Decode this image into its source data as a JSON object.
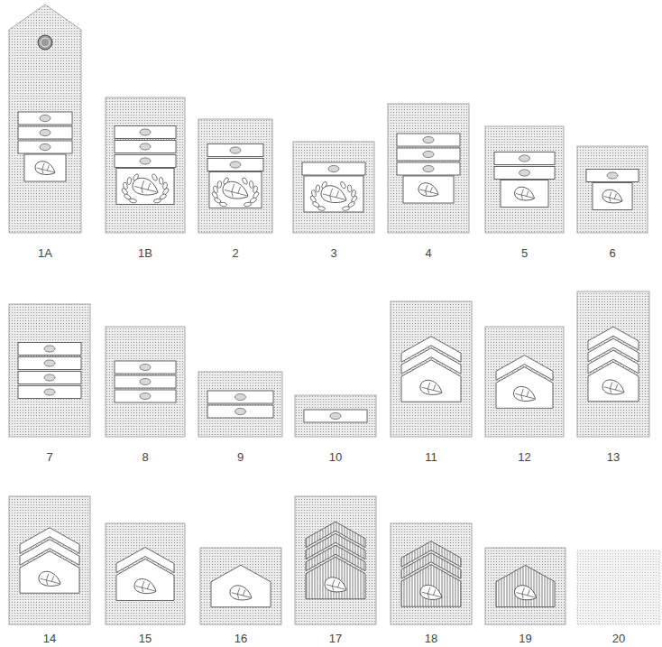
{
  "diagram": {
    "labels": [
      "1A",
      "1B",
      "2",
      "3",
      "4",
      "5",
      "6",
      "7",
      "8",
      "9",
      "10",
      "11",
      "12",
      "13",
      "14",
      "15",
      "16",
      "17",
      "18",
      "19",
      "20"
    ]
  }
}
